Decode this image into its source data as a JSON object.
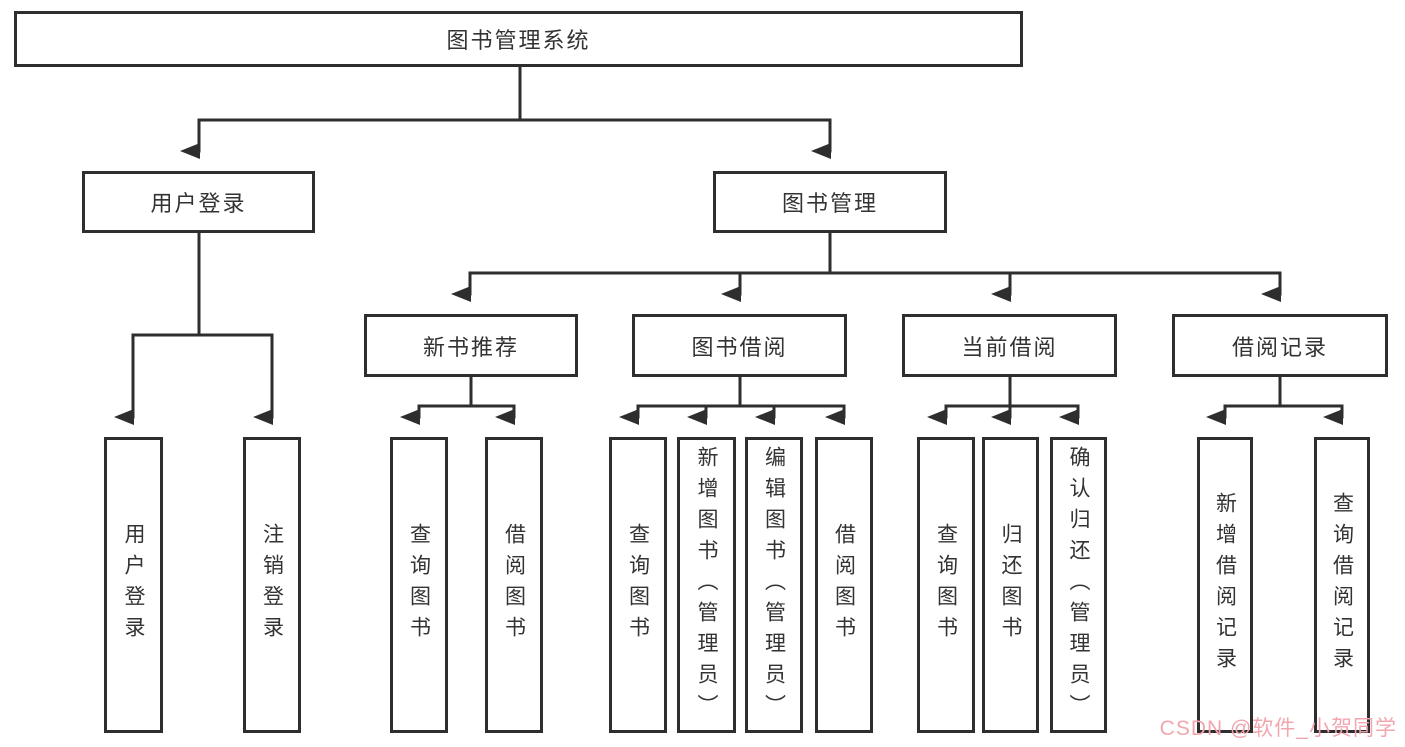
{
  "diagram": {
    "type": "hierarchy-tree",
    "root": {
      "label": "图书管理系统",
      "children": [
        {
          "label": "用户登录",
          "children": [
            {
              "label": "用户登录"
            },
            {
              "label": "注销登录"
            }
          ]
        },
        {
          "label": "图书管理",
          "children": [
            {
              "label": "新书推荐",
              "children": [
                {
                  "label": "查询图书"
                },
                {
                  "label": "借阅图书"
                }
              ]
            },
            {
              "label": "图书借阅",
              "children": [
                {
                  "label": "查询图书"
                },
                {
                  "label": "新增图书（管理员）"
                },
                {
                  "label": "编辑图书（管理员）"
                },
                {
                  "label": "借阅图书"
                }
              ]
            },
            {
              "label": "当前借阅",
              "children": [
                {
                  "label": "查询图书"
                },
                {
                  "label": "归还图书"
                },
                {
                  "label": "确认归还（管理员）"
                }
              ]
            },
            {
              "label": "借阅记录",
              "children": [
                {
                  "label": "新增借阅记录"
                },
                {
                  "label": "查询借阅记录"
                }
              ]
            }
          ]
        }
      ]
    }
  },
  "watermark": {
    "text": "CSDN @软件_小贺同学"
  },
  "colors": {
    "line": "#2e2e2e",
    "text": "#333333",
    "background": "#ffffff",
    "watermark": "#f1a6ad"
  }
}
